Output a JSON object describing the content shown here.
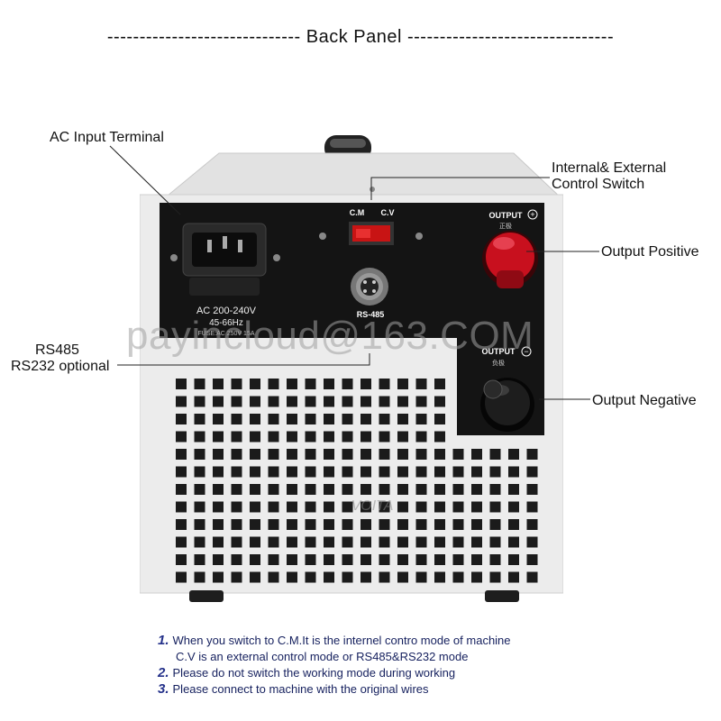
{
  "title": "------------------------------ Back Panel --------------------------------",
  "callouts": {
    "ac_input": "AC Input Terminal",
    "switch_line1": "Internal& External",
    "switch_line2": "Control Switch",
    "output_positive": "Output Positive",
    "rs485_line1": "RS485",
    "rs485_line2": "RS232 optional",
    "output_negative": "Output Negative"
  },
  "panel": {
    "ac_line1": "AC 200-240V",
    "ac_line2": "45-66Hz",
    "fuse": "FUSE:AC 250V 15A",
    "cm": "C.M",
    "cv": "C.V",
    "rs485": "RS-485",
    "output_pos": "OUTPUT",
    "pos_sub": "正极",
    "output_neg": "OUTPUT",
    "neg_sub": "负极",
    "brand": "VOITA"
  },
  "watermark": "payincloud@163.COM",
  "notes": [
    {
      "num": "1.",
      "text": "When you switch to C.M.It is the internel contro mode of machine"
    },
    {
      "num": "",
      "text": "C.V is an external control mode or RS485&RS232 mode"
    },
    {
      "num": "2.",
      "text": "Please do not switch the working mode during working"
    },
    {
      "num": "3.",
      "text": "Please connect to machine with the original wires"
    }
  ],
  "colors": {
    "panel": "#141414",
    "chassis": "#ececec",
    "positive_terminal": "#c8101e",
    "negative_terminal": "#1a1a1a",
    "switch": "#c81414",
    "note_text": "#15205e"
  }
}
